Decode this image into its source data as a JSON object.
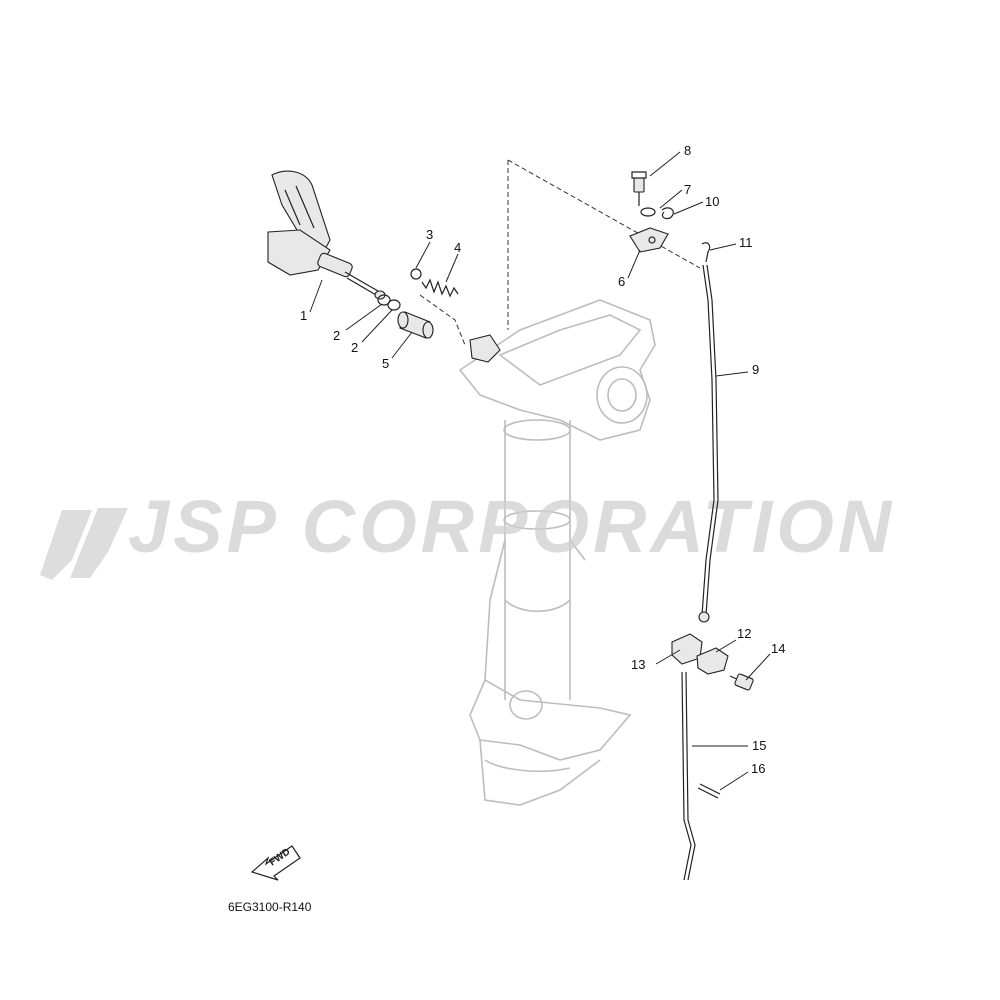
{
  "watermark": {
    "text": "JSP CORPORATION"
  },
  "diagram_code": "6EG3100-R140",
  "fwd_label": "FWD",
  "parts": [
    {
      "id": "p1",
      "num": "1"
    },
    {
      "id": "p2a",
      "num": "2"
    },
    {
      "id": "p2b",
      "num": "2"
    },
    {
      "id": "p3",
      "num": "3"
    },
    {
      "id": "p4",
      "num": "4"
    },
    {
      "id": "p5",
      "num": "5"
    },
    {
      "id": "p6",
      "num": "6"
    },
    {
      "id": "p7",
      "num": "7"
    },
    {
      "id": "p8",
      "num": "8"
    },
    {
      "id": "p9",
      "num": "9"
    },
    {
      "id": "p10",
      "num": "10"
    },
    {
      "id": "p11",
      "num": "11"
    },
    {
      "id": "p12",
      "num": "12"
    },
    {
      "id": "p13",
      "num": "13"
    },
    {
      "id": "p14",
      "num": "14"
    },
    {
      "id": "p15",
      "num": "15"
    },
    {
      "id": "p16",
      "num": "16"
    }
  ]
}
